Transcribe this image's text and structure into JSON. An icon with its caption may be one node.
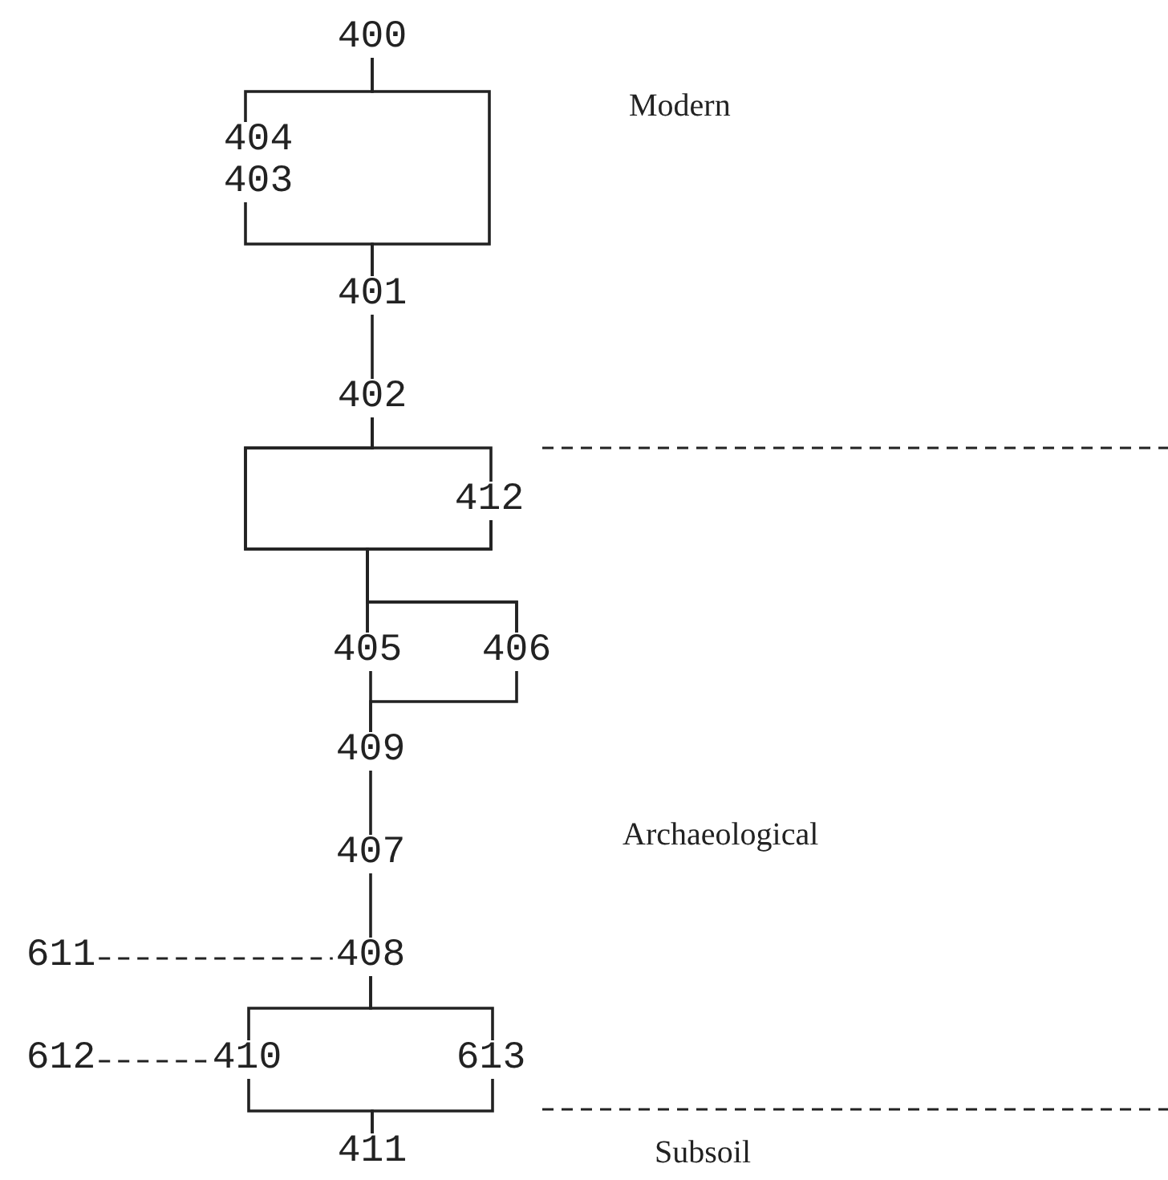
{
  "diagram": {
    "nodes": [
      {
        "text": [
          "400"
        ]
      },
      {
        "text": [
          "404"
        ]
      },
      {
        "text": [
          "403"
        ]
      },
      {
        "text": [
          "401"
        ]
      },
      {
        "text": [
          "402"
        ]
      },
      {
        "text": [
          "412"
        ]
      },
      {
        "text": [
          "405"
        ]
      },
      {
        "text": [
          "406"
        ]
      },
      {
        "text": [
          "409"
        ]
      },
      {
        "text": [
          "407"
        ]
      },
      {
        "text": [
          "611"
        ]
      },
      {
        "text": [
          "408"
        ]
      },
      {
        "text": [
          "612"
        ]
      },
      {
        "text": [
          "410"
        ]
      },
      {
        "text": [
          "613"
        ]
      },
      {
        "text": [
          "411"
        ]
      }
    ],
    "edges": [
      {
        "from": 0,
        "to": 1,
        "arrow": "none"
      },
      {
        "from": 0,
        "to": 3,
        "arrow": "none"
      },
      {
        "from": 2,
        "to": 3,
        "arrow": "none"
      },
      {
        "from": 3,
        "to": 4,
        "arrow": "none"
      },
      {
        "from": 4,
        "to": 5,
        "arrow": "none"
      },
      {
        "from": 4,
        "to": 6,
        "arrow": "none"
      },
      {
        "from": 4,
        "to": 7,
        "arrow": "none"
      },
      {
        "from": 5,
        "to": 6,
        "arrow": "none"
      },
      {
        "from": 5,
        "to": 7,
        "arrow": "none"
      },
      {
        "from": 6,
        "to": 8,
        "arrow": "none"
      },
      {
        "from": 7,
        "to": 8,
        "arrow": "none"
      },
      {
        "from": 8,
        "to": 9,
        "arrow": "none"
      },
      {
        "from": 9,
        "to": 11,
        "arrow": "none"
      },
      {
        "from": 10,
        "to": 11,
        "arrow": "none",
        "style": "dashed"
      },
      {
        "from": 11,
        "to": 13,
        "arrow": "none"
      },
      {
        "from": 11,
        "to": 14,
        "arrow": "none"
      },
      {
        "from": 12,
        "to": 13,
        "arrow": "none",
        "style": "dashed"
      },
      {
        "from": 13,
        "to": 15,
        "arrow": "none"
      },
      {
        "from": 14,
        "to": 15,
        "arrow": "none"
      }
    ],
    "labels": [
      "Modern",
      "Archaeological",
      "Subsoil"
    ]
  }
}
